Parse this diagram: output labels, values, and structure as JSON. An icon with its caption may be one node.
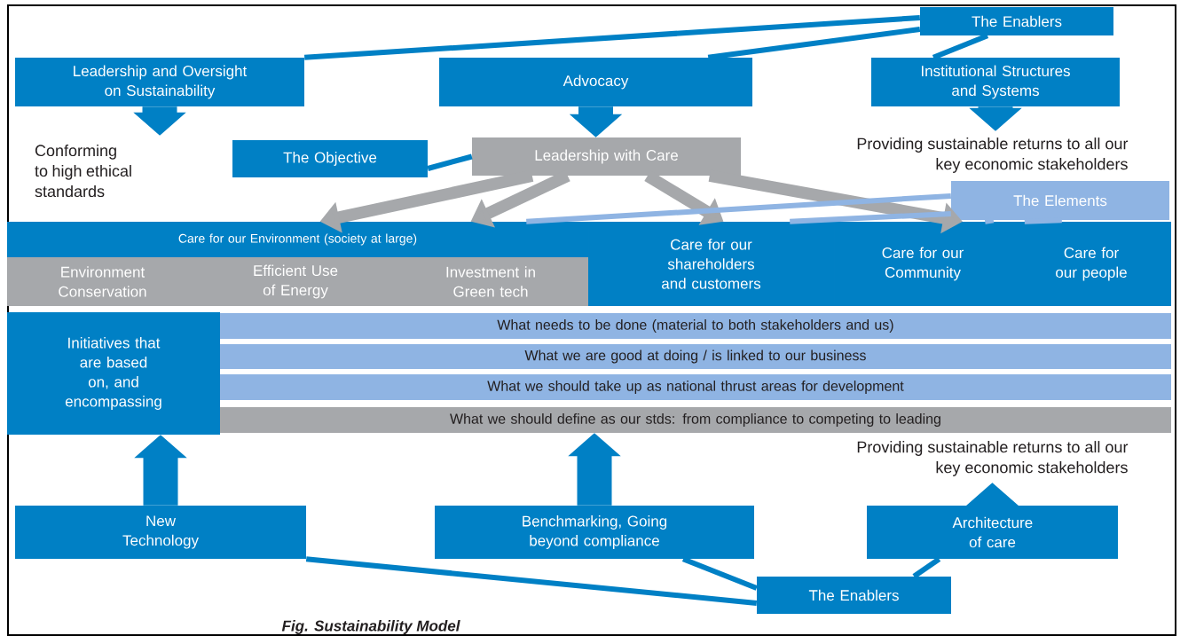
{
  "diagram": {
    "caption": "Fig. Sustainability Model",
    "nodes": [
      {
        "text": [
          "The Enablers"
        ]
      },
      {
        "text": [
          "Leadership and Oversight on Sustainability"
        ]
      },
      {
        "text": [
          "Advocacy"
        ]
      },
      {
        "text": [
          "Institutional Structures and Systems"
        ]
      },
      {
        "text": [
          "Conforming to high ethical standards"
        ]
      },
      {
        "text": [
          "The Objective"
        ]
      },
      {
        "text": [
          "Leadership with Care"
        ]
      },
      {
        "text": [
          "Providing sustainable returns to all our key economic stakeholders"
        ]
      },
      {
        "text": [
          "The Elements"
        ]
      },
      {
        "text": [
          "Care for our Environment (society at large)"
        ]
      },
      {
        "text": [
          "Environment Conservation"
        ]
      },
      {
        "text": [
          "Efficient Use of Energy"
        ]
      },
      {
        "text": [
          "Investment in Green tech"
        ]
      },
      {
        "text": [
          "Care for our shareholders and customers"
        ]
      },
      {
        "text": [
          "Care for our Community"
        ]
      },
      {
        "text": [
          "Care for our people"
        ]
      },
      {
        "text": [
          "Initiatives that are based on, and encompassing"
        ]
      },
      {
        "text": [
          "What needs to be done (material to both stakeholders and us)"
        ]
      },
      {
        "text": [
          "What we are good at doing / is linked to our business"
        ]
      },
      {
        "text": [
          "What we should take up as national thrust areas for development"
        ]
      },
      {
        "text": [
          "What we should define as our stds: from compliance to competing to leading"
        ]
      },
      {
        "text": [
          "Providing sustainable returns to all our key economic stakeholders"
        ]
      },
      {
        "text": [
          "New Technology"
        ]
      },
      {
        "text": [
          "Benchmarking, Going beyond compliance"
        ]
      },
      {
        "text": [
          "Architecture of care"
        ]
      },
      {
        "text": [
          "The Enablers"
        ]
      }
    ],
    "edges": [
      {
        "from": 0,
        "to": 1,
        "arrow": "none"
      },
      {
        "from": 0,
        "to": 2,
        "arrow": "none"
      },
      {
        "from": 0,
        "to": 3,
        "arrow": "none"
      },
      {
        "from": 1,
        "to": 4,
        "arrow": "to",
        "style": "thick"
      },
      {
        "from": 2,
        "to": 6,
        "arrow": "to",
        "style": "thick"
      },
      {
        "from": 3,
        "to": 7,
        "arrow": "to",
        "style": "thick"
      },
      {
        "from": 5,
        "to": 6,
        "arrow": "none"
      },
      {
        "from": 6,
        "to": 9,
        "arrow": "to",
        "style": "thick",
        "color": "#a6a8ab"
      },
      {
        "from": 6,
        "to": 9,
        "arrow": "to",
        "style": "thick",
        "color": "#a6a8ab"
      },
      {
        "from": 6,
        "to": 13,
        "arrow": "to",
        "style": "thick",
        "color": "#a6a8ab"
      },
      {
        "from": 6,
        "to": 14,
        "arrow": "to",
        "style": "thick",
        "color": "#a6a8ab"
      },
      {
        "from": 8,
        "to": 9,
        "arrow": "none",
        "color": "#8fb4e3"
      },
      {
        "from": 8,
        "to": 13,
        "arrow": "none",
        "color": "#8fb4e3"
      },
      {
        "from": 8,
        "to": 14,
        "arrow": "none",
        "color": "#8fb4e3"
      },
      {
        "from": 8,
        "to": 15,
        "arrow": "none",
        "color": "#8fb4e3"
      },
      {
        "from": 22,
        "to": 16,
        "arrow": "to",
        "style": "thick"
      },
      {
        "from": 23,
        "to": 20,
        "arrow": "to",
        "style": "thick"
      },
      {
        "from": 24,
        "to": 21,
        "arrow": "to",
        "style": "thick"
      },
      {
        "from": 25,
        "to": 22,
        "arrow": "none"
      },
      {
        "from": 25,
        "to": 23,
        "arrow": "none"
      },
      {
        "from": 25,
        "to": 24,
        "arrow": "none"
      }
    ]
  }
}
